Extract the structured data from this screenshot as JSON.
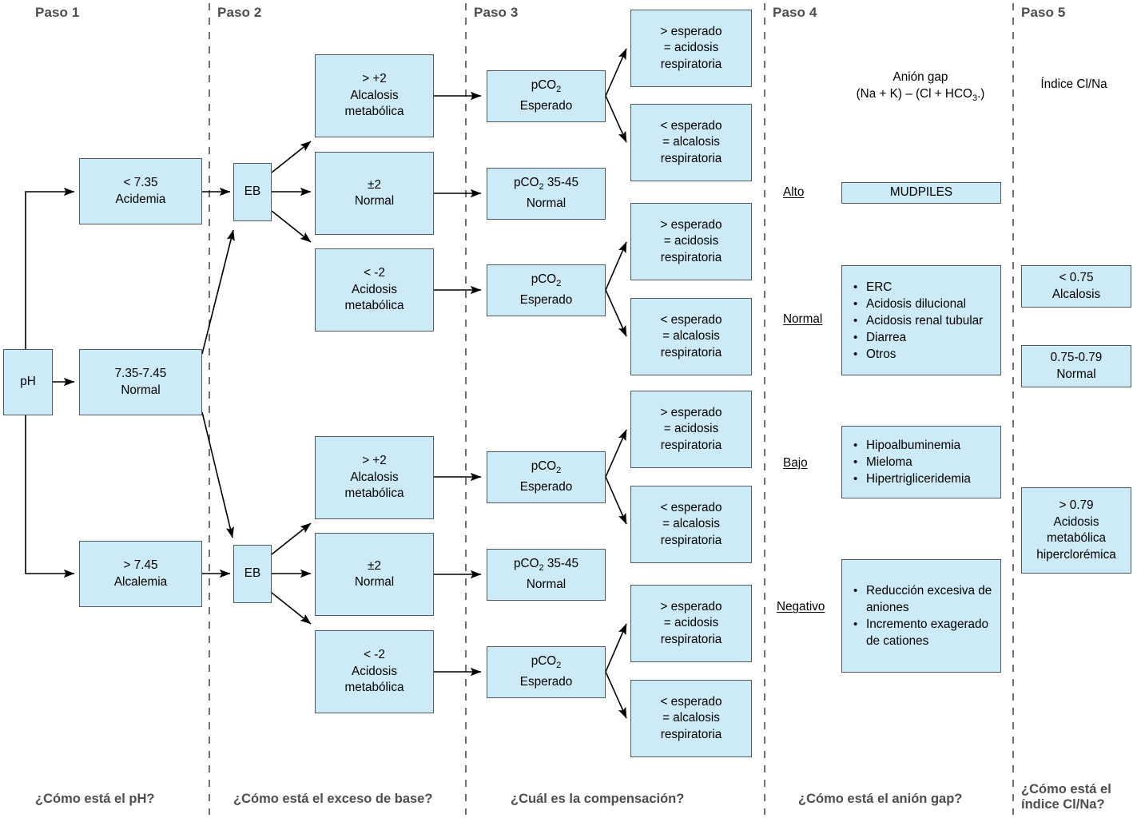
{
  "diagram": {
    "title_alt": "Interpretacion de gasometria arterial",
    "box_fill": "#cdeaf7",
    "box_stroke": "#4d5a60",
    "header_color": "#4d4d4d",
    "line_color": "#000000"
  },
  "steps": [
    {
      "header": "Paso 1",
      "question": "¿Cómo está el pH?"
    },
    {
      "header": "Paso 2",
      "question": "¿Cómo está el exceso de base?"
    },
    {
      "header": "Paso 3",
      "question": "¿Cuál es la compensación?"
    },
    {
      "header": "Paso 4",
      "question": "¿Cómo está el anión gap?"
    },
    {
      "header": "Paso 5",
      "question_line1": "¿Cómo está el",
      "question_line2": "índice Cl/Na?"
    }
  ],
  "step1": {
    "root": "pH",
    "outcomes": [
      {
        "line1": "< 7.35",
        "line2": "Acidemia"
      },
      {
        "line1": "7.35-7.45",
        "line2": "Normal"
      },
      {
        "line1": "> 7.45",
        "line2": "Alcalemia"
      }
    ]
  },
  "step2": {
    "hub_label": "EB",
    "branches": [
      {
        "line1": "> +2",
        "line2": "Alcalosis",
        "line3": "metabólica"
      },
      {
        "line1": "±2",
        "line2": "Normal",
        "line3": ""
      },
      {
        "line1": "< -2",
        "line2": "Acidosis",
        "line3": "metabólica"
      }
    ]
  },
  "step3": {
    "expected_line1": "pCO",
    "expected_sub": "2",
    "expected_line2": "Esperado",
    "normal_line1_a": "pCO",
    "normal_sub": "2",
    "normal_line1_b": " 35-45",
    "normal_line2": "Normal",
    "results": [
      {
        "line1": "> esperado",
        "line2": "= acidosis",
        "line3": "respiratoria"
      },
      {
        "line1": "< esperado",
        "line2": "= alcalosis",
        "line3": "respiratoria"
      }
    ]
  },
  "step4": {
    "formula_line1": "Anión gap",
    "formula_line2_a": "(Na + K) – (Cl + HCO",
    "formula_sub": "3",
    "formula_line2_b": ".)",
    "categories": [
      {
        "label": "Alto",
        "type": "single",
        "value": "MUDPILES",
        "items": []
      },
      {
        "label": "Normal",
        "type": "list",
        "value": "",
        "items": [
          "ERC",
          "Acidosis dilucional",
          "Acidosis renal tubular",
          "Diarrea",
          "Otros"
        ]
      },
      {
        "label": "Bajo",
        "type": "list",
        "value": "",
        "items": [
          "Hipoalbuminemia",
          "Mieloma",
          "Hipertrigliceridemia"
        ]
      },
      {
        "label": "Negativo",
        "type": "list",
        "value": "",
        "items": [
          "Reducción excesiva de aniones",
          "Incremento exagerado de cationes"
        ]
      }
    ]
  },
  "step5": {
    "title": "Índice Cl/Na",
    "outcomes": [
      {
        "line1": "< 0.75",
        "line2": "Alcalosis",
        "line3": "",
        "line4": ""
      },
      {
        "line1": "0.75-0.79",
        "line2": "Normal",
        "line3": "",
        "line4": ""
      },
      {
        "line1": "> 0.79",
        "line2": "Acidosis",
        "line3": "metabólica",
        "line4": "hiperclorémica"
      }
    ]
  }
}
